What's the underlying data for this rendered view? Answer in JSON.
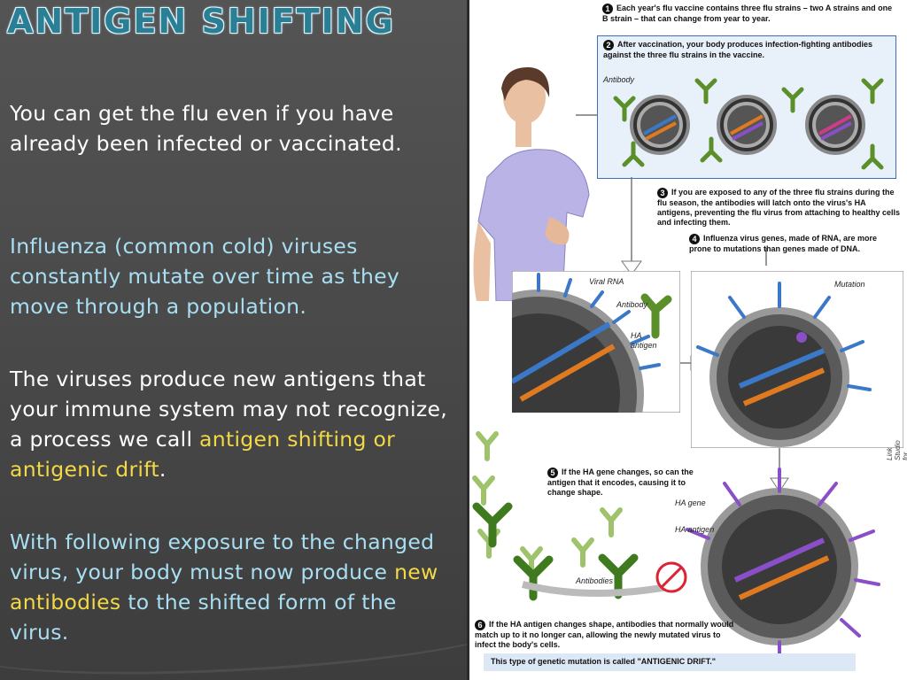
{
  "slide": {
    "title": "Antigen Shifting",
    "p1": "You can get the flu even if you have already been infected or vaccinated.",
    "p2": "Influenza (common cold) viruses constantly mutate over time as they move through a population.",
    "p3_a": "The viruses produce new antigens that your immune system may not recognize, a process we call ",
    "p3_hl": "antigen shifting or antigenic drift",
    "p3_b": ".",
    "p4_a": "With following exposure to the changed virus, your body must now produce ",
    "p4_hl": "new antibodies",
    "p4_b": " to the shifted form of the virus."
  },
  "diagram": {
    "step1_num": "1",
    "step1": "Each year's flu vaccine contains three flu strains – two A strains and one B strain – that can change from year to year.",
    "step2_num": "2",
    "step2": "After vaccination, your body produces infection-fighting antibodies against the three flu strains in the vaccine.",
    "step3_num": "3",
    "step3": "If you are exposed to any of the three flu strains during the flu season, the antibodies will latch onto the virus's HA antigens, preventing the flu virus from attaching to healthy cells and infecting them.",
    "step4_num": "4",
    "step4": "Influenza virus genes, made of RNA, are more prone to mutations than genes made of DNA.",
    "step5_num": "5",
    "step5": "If the HA gene changes, so can the antigen that it encodes, causing it to change shape.",
    "step6_num": "6",
    "step6": "If the HA antigen changes shape, antibodies that normally would match up to it no longer can, allowing the newly mutated virus to infect the body's cells.",
    "final": "This type of genetic mutation is called \"ANTIGENIC DRIFT.\"",
    "label_antibody": "Antibody",
    "label_viral_rna": "Viral RNA",
    "label_antibody2": "Antibody",
    "label_ha": "HA",
    "label_antigen": "antigen",
    "label_mutation": "Mutation",
    "label_ha_gene": "HA gene",
    "label_ha_antigen": "HA antigen",
    "label_antibodies": "Antibodies",
    "credit": "Link Studio for NIAID"
  },
  "colors": {
    "title": "#2b7f95",
    "light_text": "#a9dff3",
    "highlight": "#f2d945",
    "antibody_green": "#5a8f2a",
    "antigen_blue": "#3b78c7",
    "mutant_purple": "#8a4fc8"
  }
}
